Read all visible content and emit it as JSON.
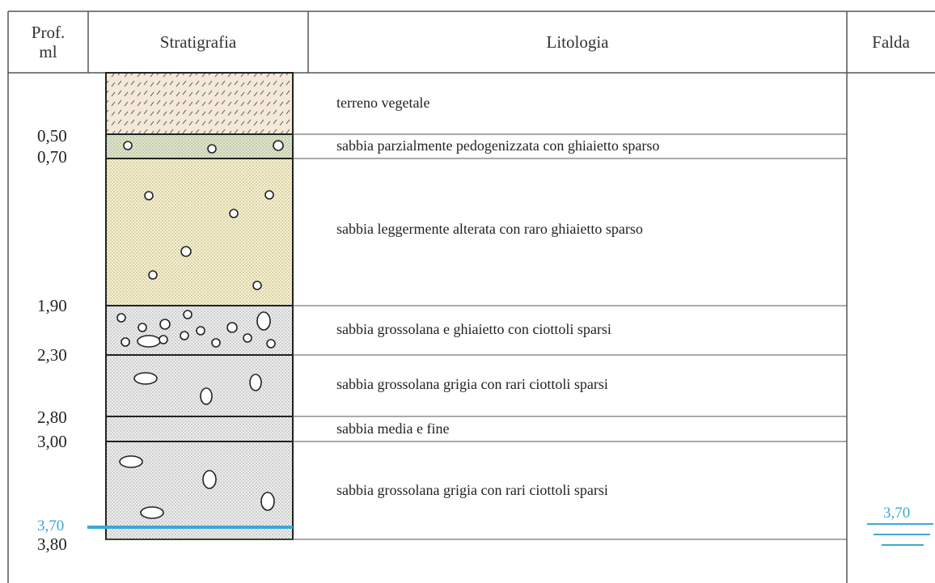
{
  "header": {
    "depth_line1": "Prof.",
    "depth_line2": "ml",
    "stratigraphy": "Stratigrafia",
    "lithology": "Litologia",
    "water_table": "Falda"
  },
  "layers": [
    {
      "top": 0.0,
      "bottom": 0.5,
      "pattern": "vegetal",
      "color": "#f4e8d8",
      "description": "terreno vegetale"
    },
    {
      "top": 0.5,
      "bottom": 0.7,
      "pattern": "sand",
      "color": "#dde8c4",
      "description": "sabbia parzialmente pedogenizzata con ghiaietto sparso"
    },
    {
      "top": 0.7,
      "bottom": 1.9,
      "pattern": "sand",
      "color": "#faf3c6",
      "description": "sabbia leggermente alterata con raro ghiaietto sparso"
    },
    {
      "top": 1.9,
      "bottom": 2.3,
      "pattern": "sand",
      "color": "#eeeeee",
      "description": "sabbia grossolana e ghiaietto con ciottoli sparsi"
    },
    {
      "top": 2.3,
      "bottom": 2.8,
      "pattern": "sand",
      "color": "#eeeeee",
      "description": "sabbia grossolana grigia con rari ciottoli sparsi"
    },
    {
      "top": 2.8,
      "bottom": 3.0,
      "pattern": "sand",
      "color": "#eeeeee",
      "description": "sabbia media e fine"
    },
    {
      "top": 3.0,
      "bottom": 3.8,
      "pattern": "sand",
      "color": "#eeeeee",
      "description": "sabbia grossolana grigia con rari ciottoli sparsi"
    }
  ],
  "depth_labels": [
    "0,50",
    "0,70",
    "1,90",
    "2,30",
    "2,80",
    "3,00",
    "3,80"
  ],
  "water_table": {
    "depth": 3.7,
    "label": "3,70",
    "color": "#3aa8d8"
  }
}
